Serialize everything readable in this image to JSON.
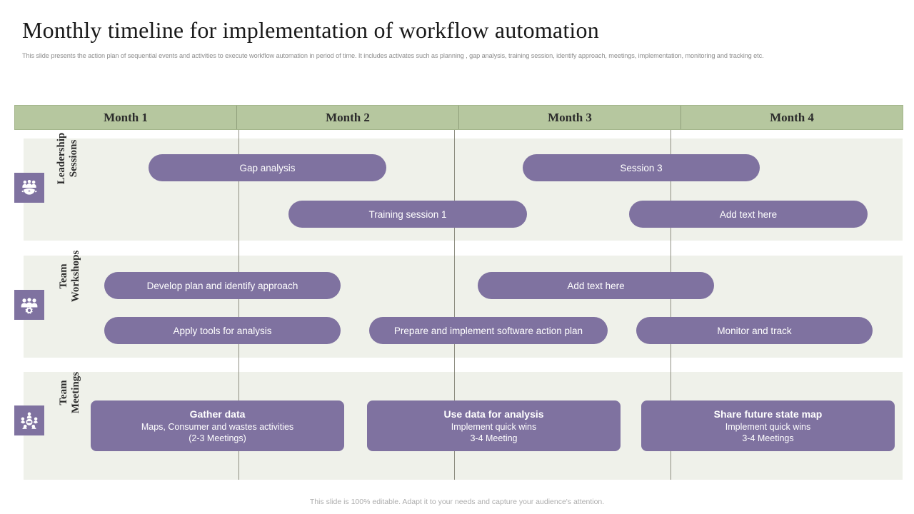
{
  "header": {
    "title": "Monthly timeline for implementation of workflow automation",
    "subtitle": "This slide presents the action plan of sequential events and activities to execute workflow automation in period of time. It includes activates such as planning , gap analysis, training session, identify approach, meetings, implementation, monitoring and tracking etc."
  },
  "colors": {
    "month_header": "#b6c79f",
    "bar": "#7f72a0",
    "row_band": "#eff1ea",
    "gridline": "#7c7c6e",
    "title_text": "#1a1a1a",
    "muted_text": "#8d8d8d"
  },
  "timeline": {
    "months": [
      {
        "label": "Month 1"
      },
      {
        "label": "Month 2"
      },
      {
        "label": "Month 3"
      },
      {
        "label": "Month 4"
      }
    ],
    "rows": [
      {
        "label": "Leadership\nSessions",
        "icon": "team-gear-icon",
        "bars": [
          {
            "label": "Gap analysis"
          },
          {
            "label": "Session 3"
          },
          {
            "label": "Training session 1"
          },
          {
            "label": "Add text here"
          }
        ]
      },
      {
        "label": "Team\nWorkshops",
        "icon": "people-gear-icon",
        "bars": [
          {
            "label": "Develop plan and identify approach"
          },
          {
            "label": "Add text here"
          },
          {
            "label": "Apply tools for analysis"
          },
          {
            "label": "Prepare and implement software action plan"
          },
          {
            "label": "Monitor and track"
          }
        ]
      },
      {
        "label": "Team\nMeetings",
        "icon": "round-table-icon",
        "bars": [
          {
            "title": "Gather data",
            "line1": "Maps, Consumer and wastes activities",
            "line2": "(2-3 Meetings)"
          },
          {
            "title": "Use data for analysis",
            "line1": "Implement quick wins",
            "line2": "3-4 Meeting"
          },
          {
            "title": "Share future state map",
            "line1": "Implement quick wins",
            "line2": "3-4 Meetings"
          }
        ]
      }
    ]
  },
  "footer": {
    "note": "This slide is 100% editable. Adapt it to your needs and capture your audience's attention."
  }
}
